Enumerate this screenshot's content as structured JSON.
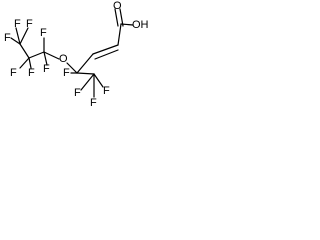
{
  "molecule": {
    "atoms": {
      "f_ethyl_left": "F",
      "f_ethyl_top_left": "F",
      "f_ethyl_top_right": "F",
      "f_ethyl_bottom_left": "F",
      "f_ethyl_bottom_right": "F",
      "f_propyl_1": "F",
      "f_propyl_2": "F",
      "oxygen_ether": "O",
      "f_center": "F",
      "f_cf3_left": "F",
      "f_cf3_right": "F",
      "f_cf3_bottom": "F",
      "carbonyl_oxygen": "O",
      "hydroxyl": "OH"
    }
  }
}
